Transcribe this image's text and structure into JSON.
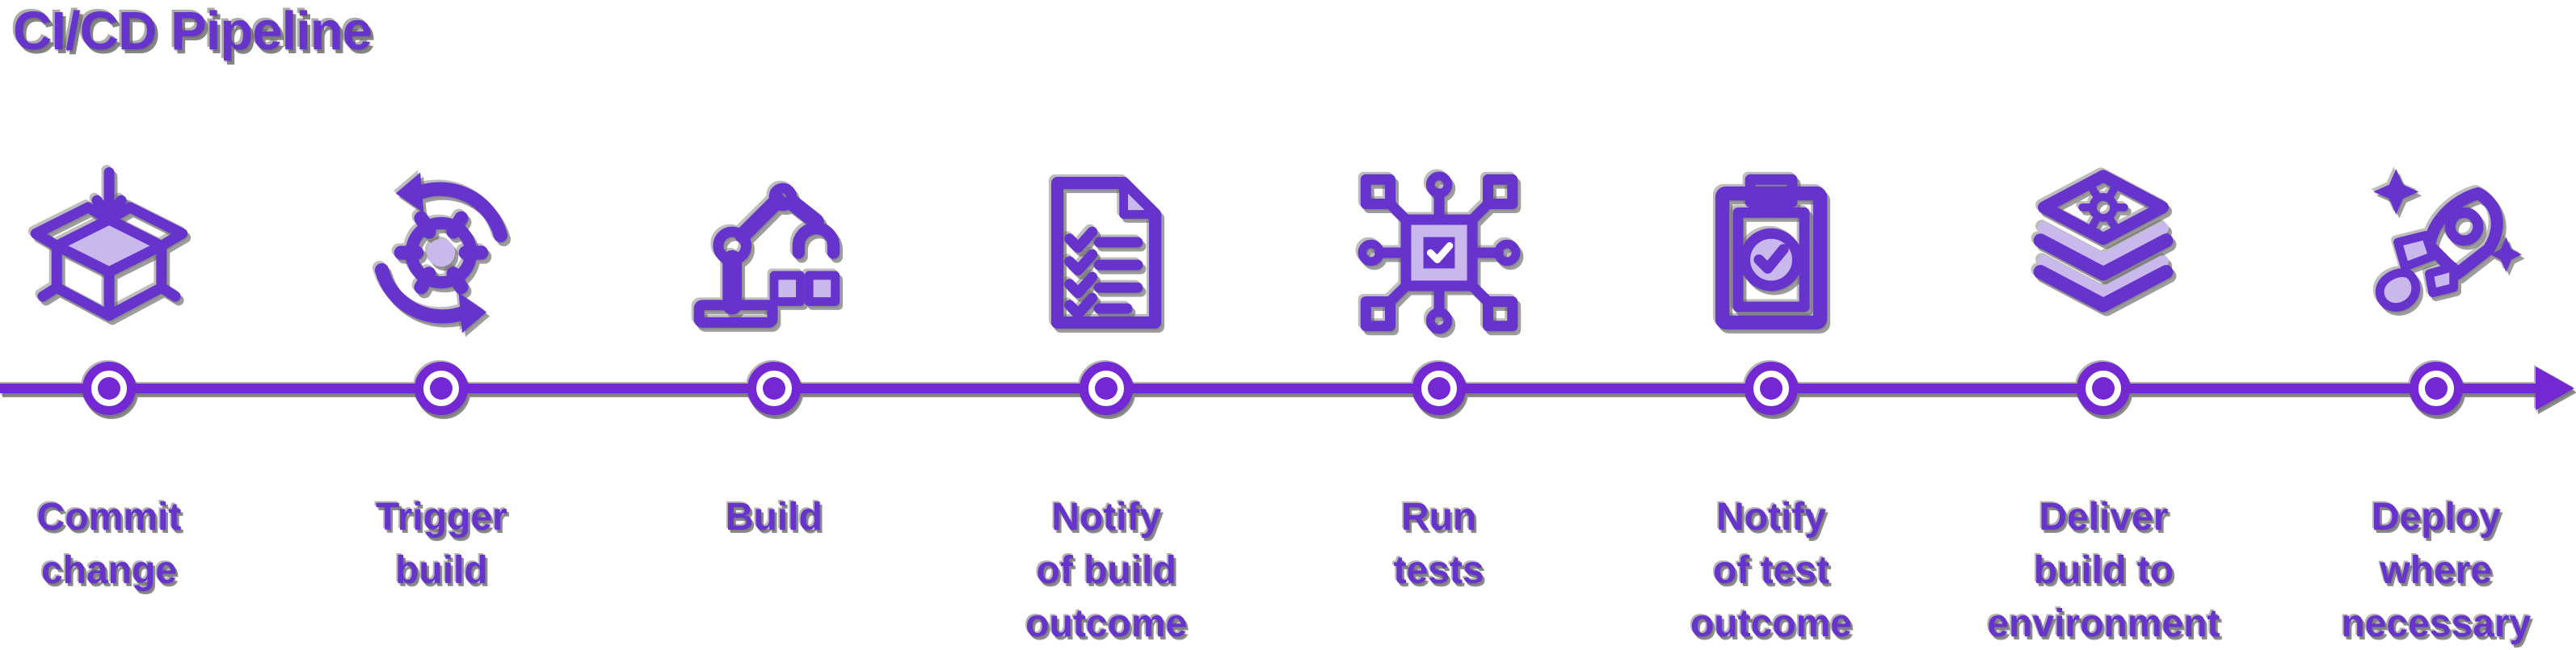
{
  "title": "CI/CD Pipeline",
  "colors": {
    "accent_purple": "#6633cc",
    "timeline_purple": "#7428d4",
    "lavender_accent": "#c9b8ec",
    "shadow_gray": "#5c5c5c",
    "background": "#ffffff"
  },
  "timeline": {
    "direction": "left-to-right",
    "node_count": 8,
    "end_marker": "arrowhead"
  },
  "steps": [
    {
      "label": "Commit\nchange",
      "icon": "commit-change-box-icon"
    },
    {
      "label": "Trigger\nbuild",
      "icon": "gear-cycle-icon"
    },
    {
      "label": "Build",
      "icon": "robot-arm-blocks-icon"
    },
    {
      "label": "Notify\nof build\noutcome",
      "icon": "checklist-document-icon"
    },
    {
      "label": "Run\ntests",
      "icon": "chip-check-icon"
    },
    {
      "label": "Notify\nof test\noutcome",
      "icon": "clipboard-check-icon"
    },
    {
      "label": "Deliver\nbuild to\nenvironment",
      "icon": "layer-stack-gear-icon"
    },
    {
      "label": "Deploy\nwhere\nnecessary",
      "icon": "rocket-sparkles-icon"
    }
  ]
}
